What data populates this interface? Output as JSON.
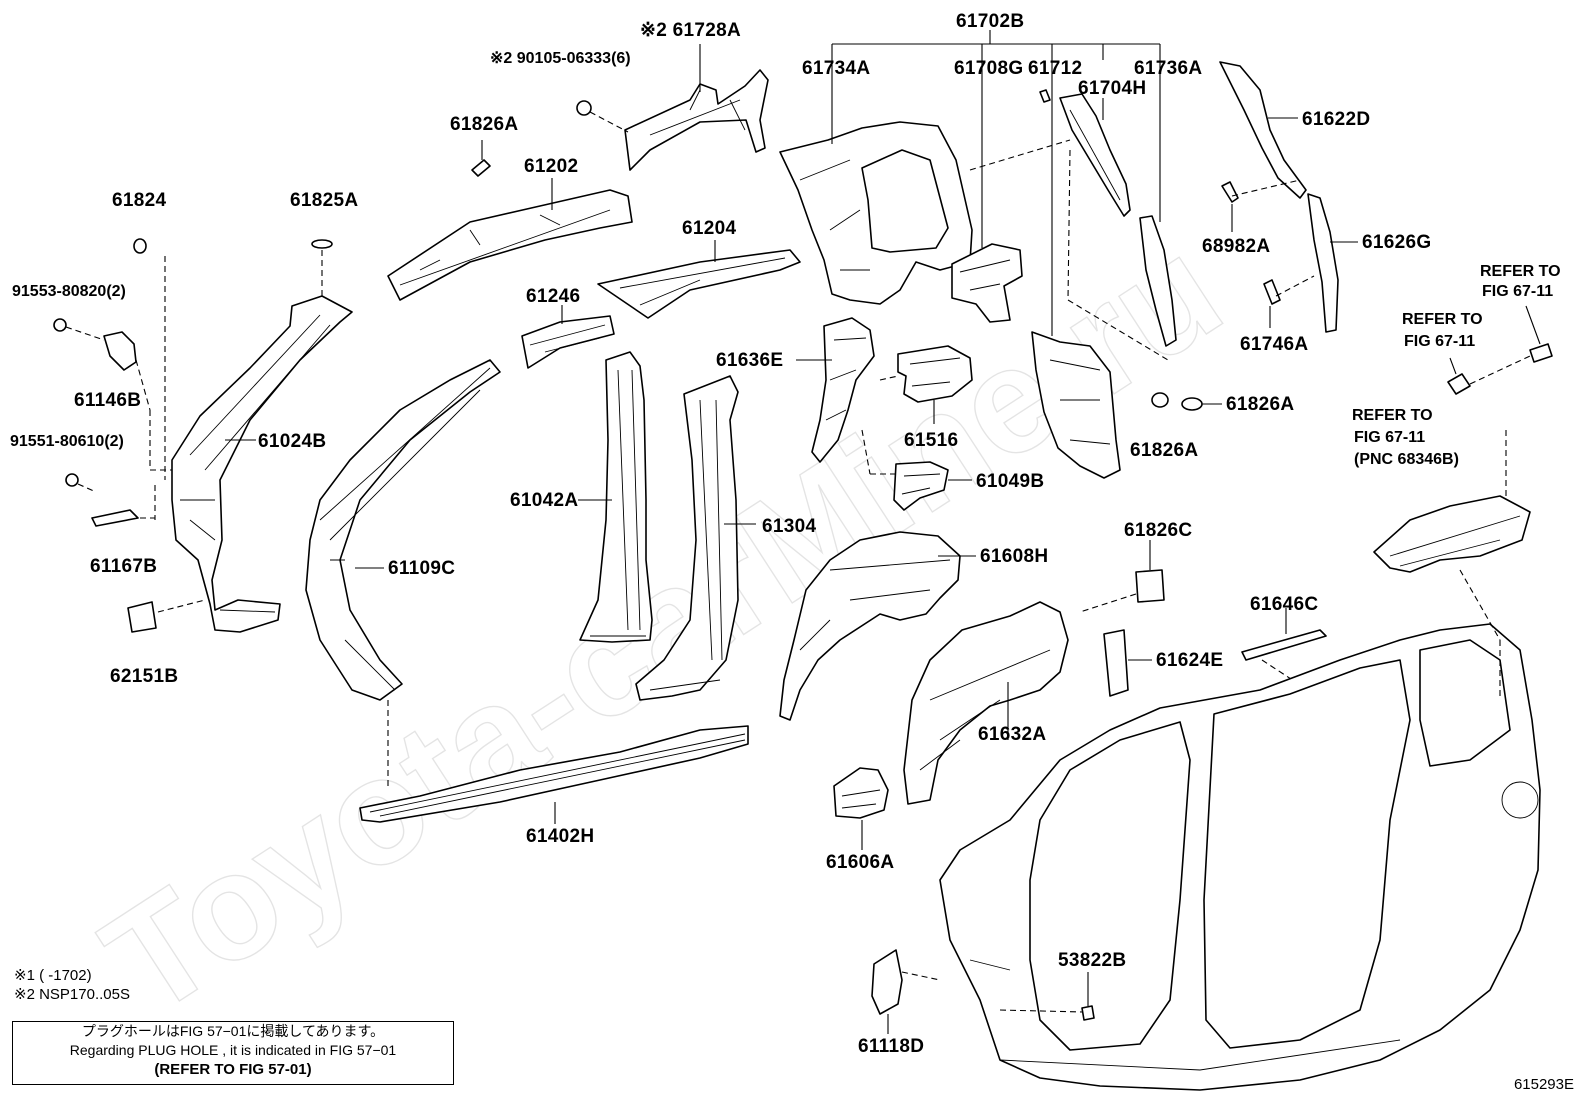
{
  "watermark": "Toyota-carMine.ru",
  "figure_id": "615293E",
  "notes": {
    "note1": "※1 (      -1702)",
    "note2": "※2 NSP170..05S"
  },
  "note_box": {
    "line_jp": "プラグホールはFIG 57−01に掲載してあります。",
    "line_en": "Regarding PLUG HOLE , it is indicated in FIG 57−01",
    "line_ref": "(REFER TO FIG 57-01)"
  },
  "labels": {
    "p61728A": "※2 61728A",
    "p90105": "※2 90105-06333(6)",
    "p61702B": "61702B",
    "p61734A": "61734A",
    "p61708G": "61708G",
    "p61712": "61712",
    "p61736A": "61736A",
    "p61704H": "61704H",
    "p61622D": "61622D",
    "p61826A_top": "61826A",
    "p61202": "61202",
    "p61824": "61824",
    "p61825A": "61825A",
    "p91553": "91553-80820(2)",
    "p61146B": "61146B",
    "p91551": "91551-80610(2)",
    "p61024B": "61024B",
    "p61167B": "61167B",
    "p62151B": "62151B",
    "p61204": "61204",
    "p61246": "61246",
    "p68982A": "68982A",
    "p61626G": "61626G",
    "p61746A": "61746A",
    "p61636E": "61636E",
    "p61516": "61516",
    "p61826A_r1": "61826A",
    "p61826A_r2": "61826A",
    "p61049B": "61049B",
    "p61042A": "61042A",
    "p61304": "61304",
    "p61109C": "61109C",
    "p61608H": "61608H",
    "p61826C": "61826C",
    "p61646C": "61646C",
    "p61624E": "61624E",
    "p61632A": "61632A",
    "p61402H": "61402H",
    "p61606A": "61606A",
    "p53822B": "53822B",
    "p61118D": "61118D"
  },
  "refs": {
    "ref1": [
      "REFER TO",
      "FIG 67-11"
    ],
    "ref2": [
      "REFER TO",
      "FIG 67-11"
    ],
    "ref3": [
      "REFER TO",
      "FIG 67-11",
      "(PNC 68346B)"
    ]
  }
}
